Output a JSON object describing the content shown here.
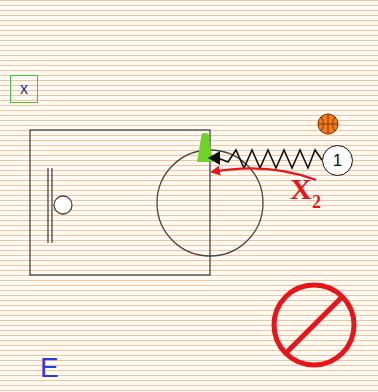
{
  "diagram": {
    "nodes": [
      {
        "text": [
          "x"
        ]
      },
      {
        "text": [
          "1"
        ]
      }
    ],
    "labels": [
      "X",
      "2",
      "E"
    ]
  }
}
